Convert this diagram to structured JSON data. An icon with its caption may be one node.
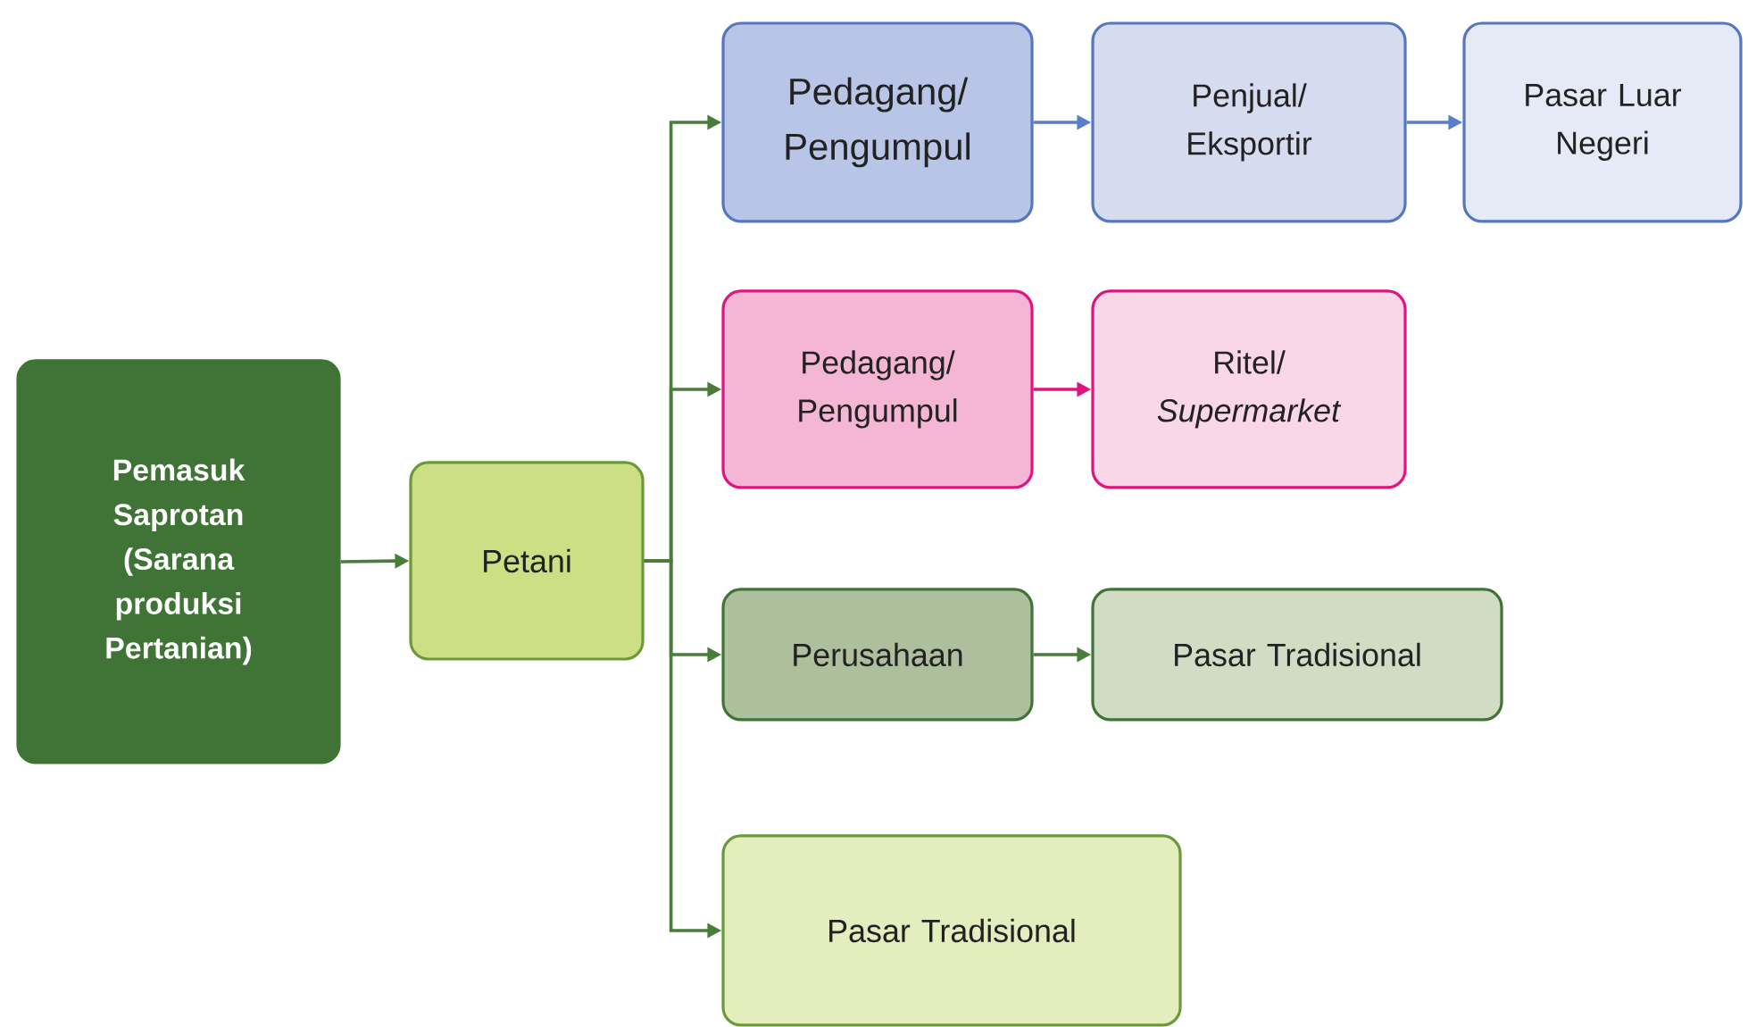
{
  "diagram": {
    "nodes": [
      {
        "text": [
          "Pemasuk Saprotan (Sarana produksi Pertanian)"
        ]
      },
      {
        "text": [
          "Petani"
        ]
      },
      {
        "text": [
          "Pedagang/ Pengumpul"
        ]
      },
      {
        "text": [
          "Penjual/ Eksportir"
        ]
      },
      {
        "text": [
          "Pasar Luar Negeri"
        ]
      },
      {
        "text": [
          "Pedagang/ Pengumpul"
        ]
      },
      {
        "text": [
          "Ritel/ *Supermarket*"
        ]
      },
      {
        "text": [
          "Perusahaan"
        ]
      },
      {
        "text": [
          "Pasar Tradisional"
        ]
      },
      {
        "text": [
          "Pasar Tradisional"
        ]
      }
    ],
    "edges": [
      {
        "from": 0,
        "to": 1,
        "arrow": "to"
      },
      {
        "from": 1,
        "to": 2,
        "arrow": "to"
      },
      {
        "from": 1,
        "to": 5,
        "arrow": "to"
      },
      {
        "from": 1,
        "to": 7,
        "arrow": "to"
      },
      {
        "from": 1,
        "to": 9,
        "arrow": "to"
      },
      {
        "from": 2,
        "to": 3,
        "arrow": "to",
        "color": "#5a7ec4"
      },
      {
        "from": 3,
        "to": 4,
        "arrow": "to",
        "color": "#5a7ec4"
      },
      {
        "from": 5,
        "to": 6,
        "arrow": "to",
        "color": "#e0147f"
      },
      {
        "from": 7,
        "to": 8,
        "arrow": "to"
      }
    ]
  }
}
